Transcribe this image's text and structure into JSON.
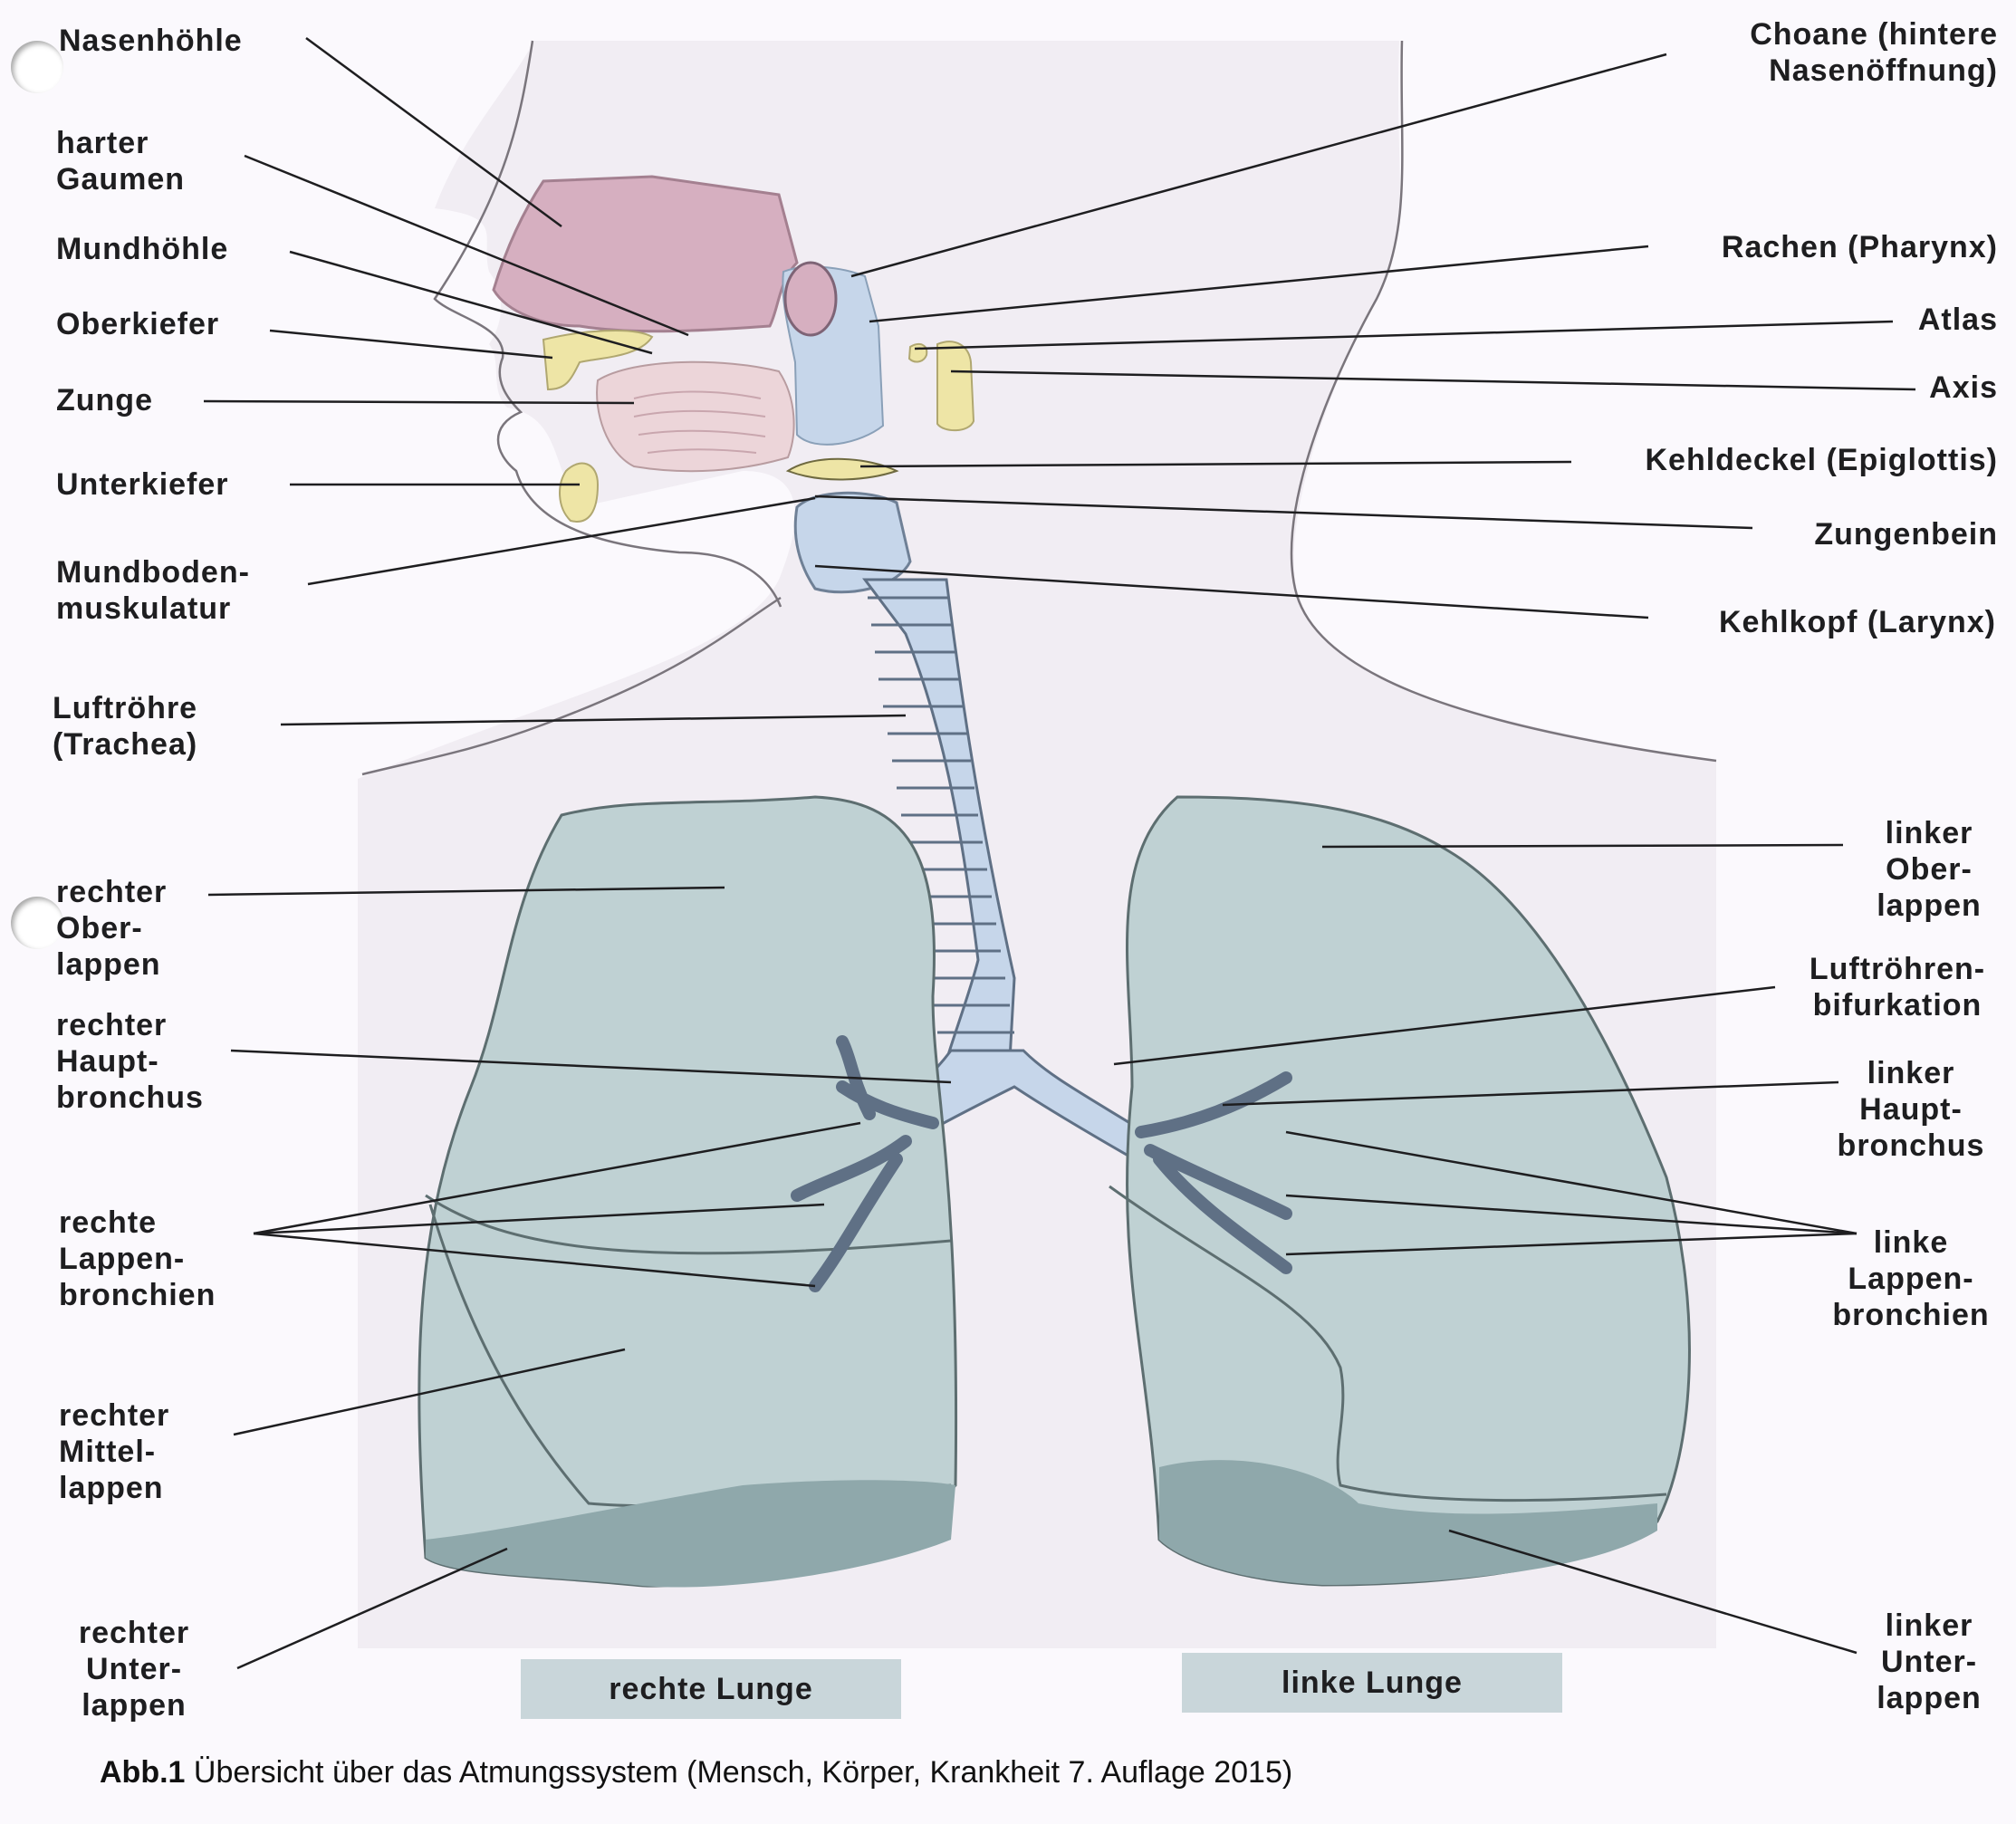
{
  "labels_left": {
    "nasenhoehle": "Nasenhöhle",
    "harter_gaumen": [
      "harter",
      "Gaumen"
    ],
    "mundhoehle": "Mundhöhle",
    "oberkiefer": "Oberkiefer",
    "zunge": "Zunge",
    "unterkiefer": "Unterkiefer",
    "mundbodenmuskulatur": [
      "Mundboden-",
      "muskulatur"
    ],
    "luftroehre": [
      "Luftröhre",
      "(Trachea)"
    ],
    "rechter_oberlappen": [
      "rechter",
      "Ober-",
      "lappen"
    ],
    "rechter_hauptbronchus": [
      "rechter",
      "Haupt-",
      "bronchus"
    ],
    "rechte_lappenbronchien": [
      "rechte",
      "Lappen-",
      "bronchien"
    ],
    "rechter_mittellappen": [
      "rechter",
      "Mittel-",
      "lappen"
    ],
    "rechter_unterlappen": [
      "rechter",
      "Unter-",
      "lappen"
    ]
  },
  "labels_right": {
    "choane": [
      "Choane (hintere",
      "Nasenöffnung)"
    ],
    "rachen": "Rachen (Pharynx)",
    "atlas": "Atlas",
    "axis": "Axis",
    "kehldeckel": "Kehldeckel (Epiglottis)",
    "zungenbein": "Zungenbein",
    "kehlkopf": "Kehlkopf (Larynx)",
    "linker_oberlappen": [
      "linker",
      "Ober-",
      "lappen"
    ],
    "bifurkation": [
      "Luftröhren-",
      "bifurkation"
    ],
    "linker_hauptbronchus": [
      "linker",
      "Haupt-",
      "bronchus"
    ],
    "linke_lappenbronchien": [
      "linke",
      "Lappen-",
      "bronchien"
    ],
    "linker_unterlappen": [
      "linker",
      "Unter-",
      "lappen"
    ]
  },
  "lung_captions": {
    "right": "rechte Lunge",
    "left": "linke Lunge"
  },
  "figure_caption": {
    "number": "Abb.1",
    "text": " Übersicht über das Atmungssystem (Mensch, Körper, Krankheit 7. Auflage 2015)"
  },
  "colors": {
    "paper": "#fbf9fd",
    "silhouette": "#f1edf3",
    "nasal_cavity": "#d6afc0",
    "bone": "#eee5a6",
    "tongue": "#ecd5d9",
    "airway": "#c6d6ea",
    "lung": "#bfd1d3",
    "lung_dark": "#8fa8ab",
    "caption_box": "#c9d6da",
    "leader_line": "#1e1e20"
  }
}
